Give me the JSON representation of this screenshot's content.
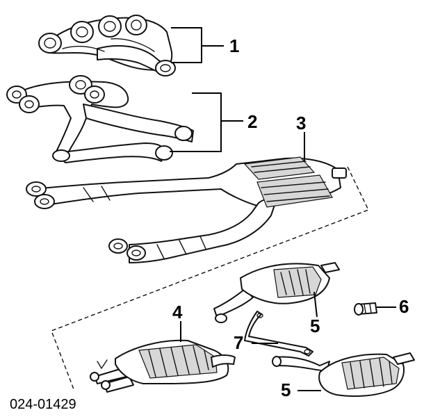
{
  "callouts": {
    "c1": "1",
    "c2": "2",
    "c3": "3",
    "c4": "4",
    "c5a": "5",
    "c5b": "5",
    "c6": "6",
    "c7": "7"
  },
  "diagram_code": "024-01429",
  "colors": {
    "line": "#111111",
    "background": "#ffffff",
    "shade": "#d7d7d7"
  }
}
